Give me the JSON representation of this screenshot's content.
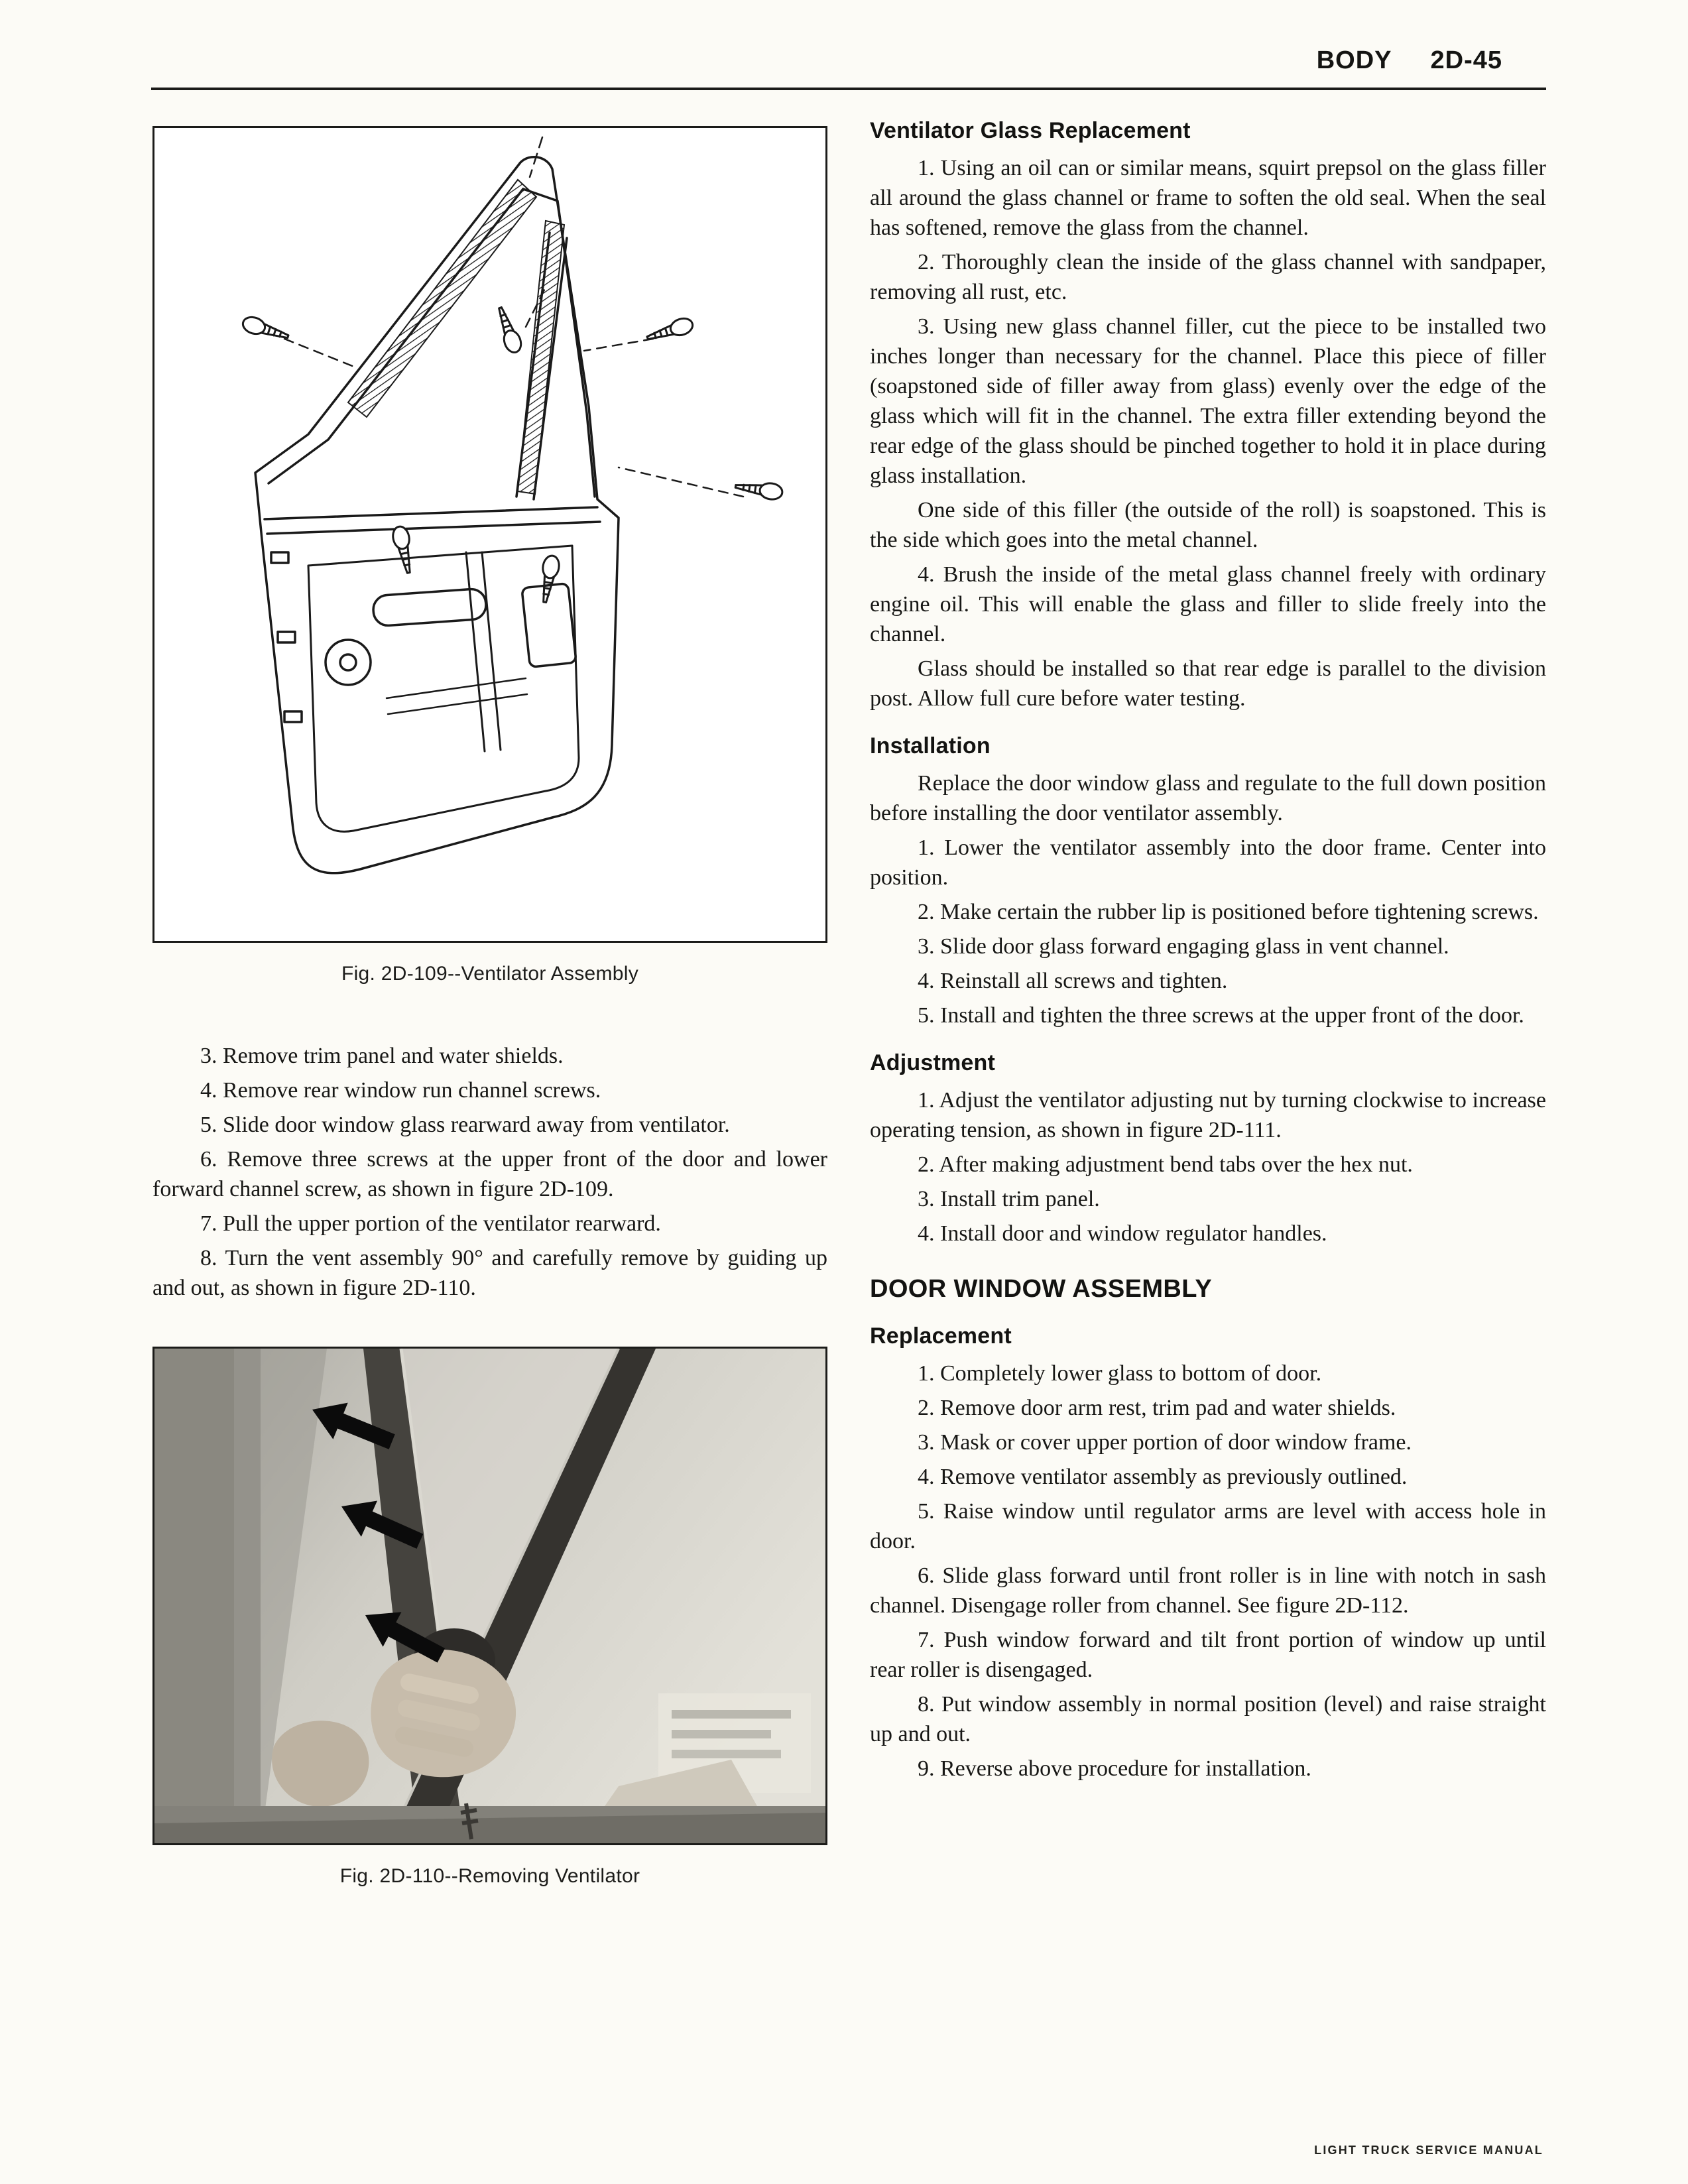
{
  "header": {
    "section_label": "BODY",
    "page_number": "2D-45"
  },
  "left": {
    "fig109_caption": "Fig. 2D-109--Ventilator Assembly",
    "steps": [
      "3. Remove trim panel and water shields.",
      "4. Remove rear window run channel screws.",
      "5. Slide door window glass rearward away from ventilator.",
      "6. Remove three screws at the upper front of the door and lower forward channel screw, as shown in figure 2D-109.",
      "7. Pull the upper portion of the ventilator rearward.",
      "8. Turn the vent assembly 90° and carefully remove by guiding up and out, as shown in figure 2D-110."
    ],
    "fig110_caption": "Fig. 2D-110--Removing Ventilator"
  },
  "right": {
    "vgr": {
      "heading": "Ventilator Glass Replacement",
      "paras": [
        "1. Using an oil can or similar means, squirt prepsol on the glass filler all around the glass channel or frame to soften the old seal. When the seal has softened, remove the glass from the channel.",
        "2. Thoroughly clean the inside of the glass channel with sandpaper, removing all rust, etc.",
        "3. Using new glass channel filler, cut the piece to be installed two inches longer than necessary for the channel. Place this piece of filler (soapstoned side of filler away from glass) evenly over the edge of the glass which will fit in the channel. The extra filler extending beyond the rear edge of the glass should be pinched together to hold it in place during glass installation.",
        "One side of this filler (the outside of the roll) is soapstoned. This is the side which goes into the metal channel.",
        "4. Brush the inside of the metal glass channel freely with ordinary engine oil. This will enable the glass and filler to slide freely into the channel.",
        "Glass should be installed so that rear edge is parallel to the division post. Allow full cure before water testing."
      ]
    },
    "installation": {
      "heading": "Installation",
      "paras": [
        "Replace the door window glass and regulate to the full down position before installing the door ventilator assembly.",
        "1. Lower the ventilator assembly into the door frame. Center into position.",
        "2. Make certain the rubber lip is positioned before tightening screws.",
        "3. Slide door glass forward engaging glass in vent channel.",
        "4. Reinstall all screws and tighten.",
        "5. Install and tighten the three screws at the upper front of the door."
      ]
    },
    "adjustment": {
      "heading": "Adjustment",
      "paras": [
        "1. Adjust the ventilator adjusting nut by turning clockwise to increase operating tension, as shown in figure 2D-111.",
        "2. After making adjustment bend tabs over the hex nut.",
        "3. Install trim panel.",
        "4. Install door and window regulator handles."
      ]
    },
    "dwa_heading": "DOOR WINDOW ASSEMBLY",
    "replacement": {
      "heading": "Replacement",
      "paras": [
        "1. Completely lower glass to bottom of door.",
        "2. Remove door arm rest, trim pad and water shields.",
        "3. Mask or cover upper portion of door window frame.",
        "4. Remove ventilator assembly as previously outlined.",
        "5. Raise window until regulator arms are level with access hole in door.",
        "6. Slide glass forward until front roller is in line with notch in sash channel. Disengage roller from channel. See figure 2D-112.",
        "7. Push window forward and tilt front portion of window up until rear roller is disengaged.",
        "8. Put window assembly in normal position (level) and raise straight up and out.",
        "9. Reverse above procedure for installation."
      ]
    }
  },
  "footer": {
    "text": "LIGHT TRUCK SERVICE MANUAL"
  }
}
